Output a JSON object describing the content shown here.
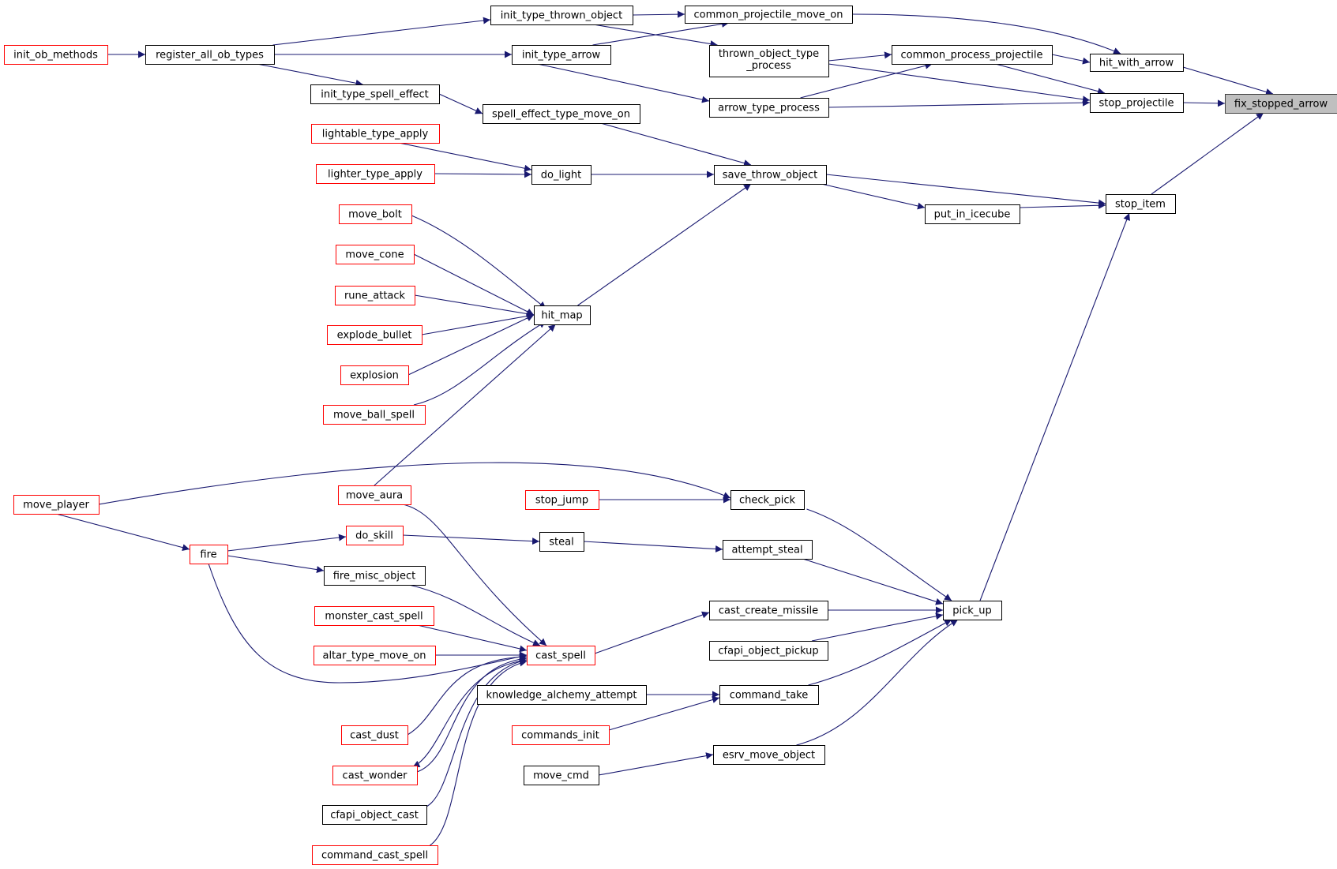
{
  "colors": {
    "edge": "#191970",
    "border_default": "#000000",
    "border_truncated": "#ff0000",
    "fill_default": "#ffffff",
    "fill_root": "#bfbfbf"
  },
  "nodes": [
    {
      "id": "fix_stopped_arrow",
      "label": "fix_stopped_arrow",
      "style": "root"
    },
    {
      "id": "hit_with_arrow",
      "label": "hit_with_arrow",
      "style": "normal"
    },
    {
      "id": "stop_projectile",
      "label": "stop_projectile",
      "style": "normal"
    },
    {
      "id": "stop_item",
      "label": "stop_item",
      "style": "normal"
    },
    {
      "id": "common_projectile_move_on",
      "label": "common_projectile_move_on",
      "style": "normal"
    },
    {
      "id": "common_process_projectile",
      "label": "common_process_projectile",
      "style": "normal"
    },
    {
      "id": "thrown_object_type_process",
      "label": "thrown_object_type\n_process",
      "style": "normal"
    },
    {
      "id": "arrow_type_process",
      "label": "arrow_type_process",
      "style": "normal"
    },
    {
      "id": "init_type_thrown_object",
      "label": "init_type_thrown_object",
      "style": "normal"
    },
    {
      "id": "init_type_arrow",
      "label": "init_type_arrow",
      "style": "normal"
    },
    {
      "id": "register_all_ob_types",
      "label": "register_all_ob_types",
      "style": "normal"
    },
    {
      "id": "init_ob_methods",
      "label": "init_ob_methods",
      "style": "truncated"
    },
    {
      "id": "init_type_spell_effect",
      "label": "init_type_spell_effect",
      "style": "normal"
    },
    {
      "id": "spell_effect_type_move_on",
      "label": "spell_effect_type_move_on",
      "style": "normal"
    },
    {
      "id": "save_throw_object",
      "label": "save_throw_object",
      "style": "normal"
    },
    {
      "id": "put_in_icecube",
      "label": "put_in_icecube",
      "style": "normal"
    },
    {
      "id": "do_light",
      "label": "do_light",
      "style": "normal"
    },
    {
      "id": "lightable_type_apply",
      "label": "lightable_type_apply",
      "style": "truncated"
    },
    {
      "id": "lighter_type_apply",
      "label": "lighter_type_apply",
      "style": "truncated"
    },
    {
      "id": "hit_map",
      "label": "hit_map",
      "style": "normal"
    },
    {
      "id": "move_bolt",
      "label": "move_bolt",
      "style": "truncated"
    },
    {
      "id": "move_cone",
      "label": "move_cone",
      "style": "truncated"
    },
    {
      "id": "rune_attack",
      "label": "rune_attack",
      "style": "truncated"
    },
    {
      "id": "explode_bullet",
      "label": "explode_bullet",
      "style": "truncated"
    },
    {
      "id": "explosion",
      "label": "explosion",
      "style": "truncated"
    },
    {
      "id": "move_ball_spell",
      "label": "move_ball_spell",
      "style": "truncated"
    },
    {
      "id": "move_aura",
      "label": "move_aura",
      "style": "truncated"
    },
    {
      "id": "move_player",
      "label": "move_player",
      "style": "truncated"
    },
    {
      "id": "check_pick",
      "label": "check_pick",
      "style": "normal"
    },
    {
      "id": "stop_jump",
      "label": "stop_jump",
      "style": "truncated"
    },
    {
      "id": "pick_up",
      "label": "pick_up",
      "style": "normal"
    },
    {
      "id": "do_skill",
      "label": "do_skill",
      "style": "truncated"
    },
    {
      "id": "steal",
      "label": "steal",
      "style": "normal"
    },
    {
      "id": "attempt_steal",
      "label": "attempt_steal",
      "style": "normal"
    },
    {
      "id": "fire",
      "label": "fire",
      "style": "truncated"
    },
    {
      "id": "fire_misc_object",
      "label": "fire_misc_object",
      "style": "normal"
    },
    {
      "id": "cast_create_missile",
      "label": "cast_create_missile",
      "style": "normal"
    },
    {
      "id": "monster_cast_spell",
      "label": "monster_cast_spell",
      "style": "truncated"
    },
    {
      "id": "cfapi_object_pickup",
      "label": "cfapi_object_pickup",
      "style": "normal"
    },
    {
      "id": "cast_spell",
      "label": "cast_spell",
      "style": "truncated"
    },
    {
      "id": "altar_type_move_on",
      "label": "altar_type_move_on",
      "style": "truncated"
    },
    {
      "id": "knowledge_alchemy_attempt",
      "label": "knowledge_alchemy_attempt",
      "style": "normal"
    },
    {
      "id": "command_take",
      "label": "command_take",
      "style": "normal"
    },
    {
      "id": "cast_dust",
      "label": "cast_dust",
      "style": "truncated"
    },
    {
      "id": "commands_init",
      "label": "commands_init",
      "style": "truncated"
    },
    {
      "id": "esrv_move_object",
      "label": "esrv_move_object",
      "style": "normal"
    },
    {
      "id": "cast_wonder",
      "label": "cast_wonder",
      "style": "truncated"
    },
    {
      "id": "move_cmd",
      "label": "move_cmd",
      "style": "normal"
    },
    {
      "id": "cfapi_object_cast",
      "label": "cfapi_object_cast",
      "style": "normal"
    },
    {
      "id": "command_cast_spell",
      "label": "command_cast_spell",
      "style": "truncated"
    }
  ],
  "edges": [
    {
      "from": "hit_with_arrow",
      "to": "fix_stopped_arrow"
    },
    {
      "from": "stop_projectile",
      "to": "fix_stopped_arrow"
    },
    {
      "from": "stop_item",
      "to": "fix_stopped_arrow"
    },
    {
      "from": "common_projectile_move_on",
      "to": "hit_with_arrow"
    },
    {
      "from": "common_process_projectile",
      "to": "hit_with_arrow"
    },
    {
      "from": "common_process_projectile",
      "to": "stop_projectile"
    },
    {
      "from": "thrown_object_type_process",
      "to": "stop_projectile"
    },
    {
      "from": "arrow_type_process",
      "to": "stop_projectile"
    },
    {
      "from": "save_throw_object",
      "to": "stop_item"
    },
    {
      "from": "put_in_icecube",
      "to": "stop_item"
    },
    {
      "from": "pick_up",
      "to": "stop_item"
    },
    {
      "from": "init_type_thrown_object",
      "to": "common_projectile_move_on"
    },
    {
      "from": "init_type_arrow",
      "to": "common_projectile_move_on"
    },
    {
      "from": "thrown_object_type_process",
      "to": "common_process_projectile"
    },
    {
      "from": "arrow_type_process",
      "to": "common_process_projectile"
    },
    {
      "from": "init_type_thrown_object",
      "to": "thrown_object_type_process"
    },
    {
      "from": "init_type_arrow",
      "to": "arrow_type_process"
    },
    {
      "from": "register_all_ob_types",
      "to": "init_type_thrown_object"
    },
    {
      "from": "register_all_ob_types",
      "to": "init_type_arrow"
    },
    {
      "from": "register_all_ob_types",
      "to": "init_type_spell_effect"
    },
    {
      "from": "init_ob_methods",
      "to": "register_all_ob_types"
    },
    {
      "from": "init_type_spell_effect",
      "to": "spell_effect_type_move_on"
    },
    {
      "from": "spell_effect_type_move_on",
      "to": "save_throw_object"
    },
    {
      "from": "do_light",
      "to": "save_throw_object"
    },
    {
      "from": "hit_map",
      "to": "save_throw_object"
    },
    {
      "from": "save_throw_object",
      "to": "put_in_icecube"
    },
    {
      "from": "lightable_type_apply",
      "to": "do_light"
    },
    {
      "from": "lighter_type_apply",
      "to": "do_light"
    },
    {
      "from": "move_bolt",
      "to": "hit_map"
    },
    {
      "from": "move_cone",
      "to": "hit_map"
    },
    {
      "from": "rune_attack",
      "to": "hit_map"
    },
    {
      "from": "explode_bullet",
      "to": "hit_map"
    },
    {
      "from": "explosion",
      "to": "hit_map"
    },
    {
      "from": "move_ball_spell",
      "to": "hit_map"
    },
    {
      "from": "move_aura",
      "to": "hit_map"
    },
    {
      "from": "check_pick",
      "to": "pick_up"
    },
    {
      "from": "attempt_steal",
      "to": "pick_up"
    },
    {
      "from": "cast_create_missile",
      "to": "pick_up"
    },
    {
      "from": "cfapi_object_pickup",
      "to": "pick_up"
    },
    {
      "from": "command_take",
      "to": "pick_up"
    },
    {
      "from": "esrv_move_object",
      "to": "pick_up"
    },
    {
      "from": "move_player",
      "to": "check_pick"
    },
    {
      "from": "stop_jump",
      "to": "check_pick"
    },
    {
      "from": "steal",
      "to": "attempt_steal"
    },
    {
      "from": "do_skill",
      "to": "steal"
    },
    {
      "from": "fire",
      "to": "do_skill"
    },
    {
      "from": "move_player",
      "to": "fire"
    },
    {
      "from": "fire",
      "to": "fire_misc_object"
    },
    {
      "from": "cast_spell",
      "to": "cast_create_missile"
    },
    {
      "from": "move_aura",
      "to": "cast_spell"
    },
    {
      "from": "fire",
      "to": "cast_spell"
    },
    {
      "from": "fire_misc_object",
      "to": "cast_spell"
    },
    {
      "from": "monster_cast_spell",
      "to": "cast_spell"
    },
    {
      "from": "altar_type_move_on",
      "to": "cast_spell"
    },
    {
      "from": "cast_dust",
      "to": "cast_spell"
    },
    {
      "from": "cast_wonder",
      "to": "cast_spell"
    },
    {
      "from": "cast_spell",
      "to": "cast_wonder"
    },
    {
      "from": "cfapi_object_cast",
      "to": "cast_spell"
    },
    {
      "from": "command_cast_spell",
      "to": "cast_spell"
    },
    {
      "from": "knowledge_alchemy_attempt",
      "to": "command_take"
    },
    {
      "from": "commands_init",
      "to": "command_take"
    },
    {
      "from": "move_cmd",
      "to": "esrv_move_object"
    }
  ]
}
